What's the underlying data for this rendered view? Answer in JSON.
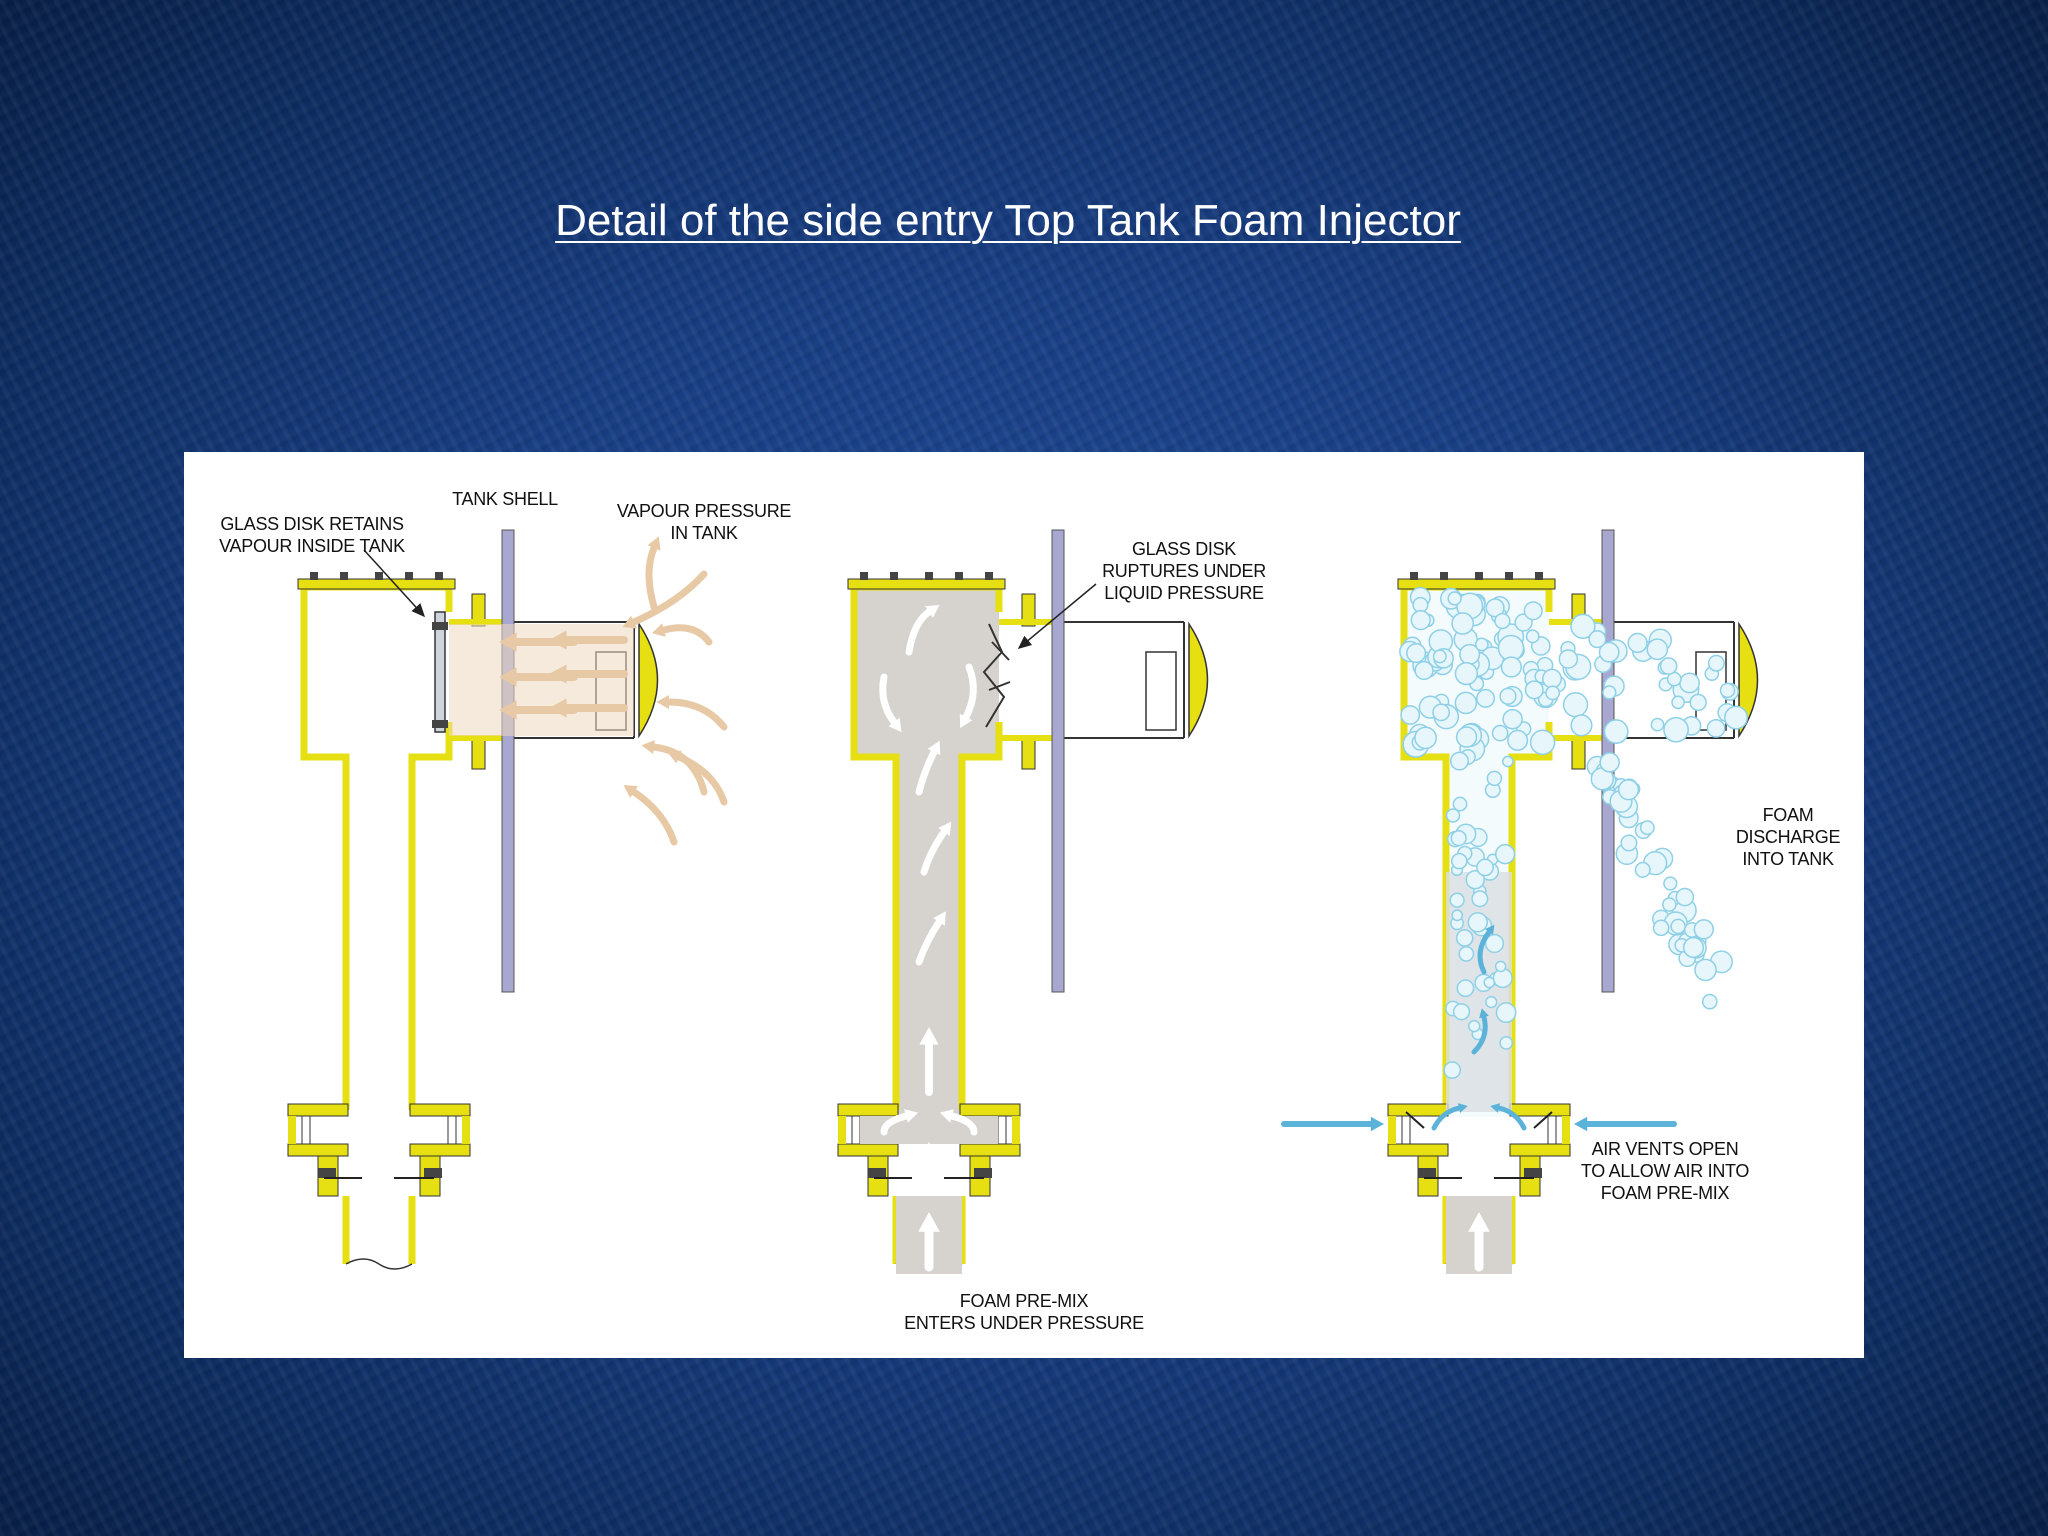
{
  "slide": {
    "title": "Detail of the side entry Top Tank Foam Injector"
  },
  "colors": {
    "pipe_outline": "#e6df12",
    "pipe_fill": "#fffde0",
    "tank_shell": "#a7a7cf",
    "vapour": "#eed8bf",
    "premix": "#d6d2ce",
    "foam_bubble": "#8fd0e6",
    "air_arrow": "#5cb3d9",
    "background": "#163c82"
  },
  "diagram": {
    "panel_vapour": {
      "glass_disk_label": "GLASS DISK RETAINS\nVAPOUR INSIDE TANK",
      "tank_shell_label": "TANK SHELL",
      "vapour_pressure_label": "VAPOUR PRESSURE\nIN TANK"
    },
    "panel_rupture": {
      "glass_disk_label": "GLASS DISK\nRUPTURES UNDER\nLIQUID PRESSURE",
      "premix_label": "FOAM PRE-MIX\nENTERS UNDER PRESSURE"
    },
    "panel_discharge": {
      "foam_discharge_label": "FOAM\nDISCHARGE\nINTO TANK",
      "air_vents_label": "AIR VENTS OPEN\nTO ALLOW AIR INTO\nFOAM PRE-MIX"
    }
  }
}
